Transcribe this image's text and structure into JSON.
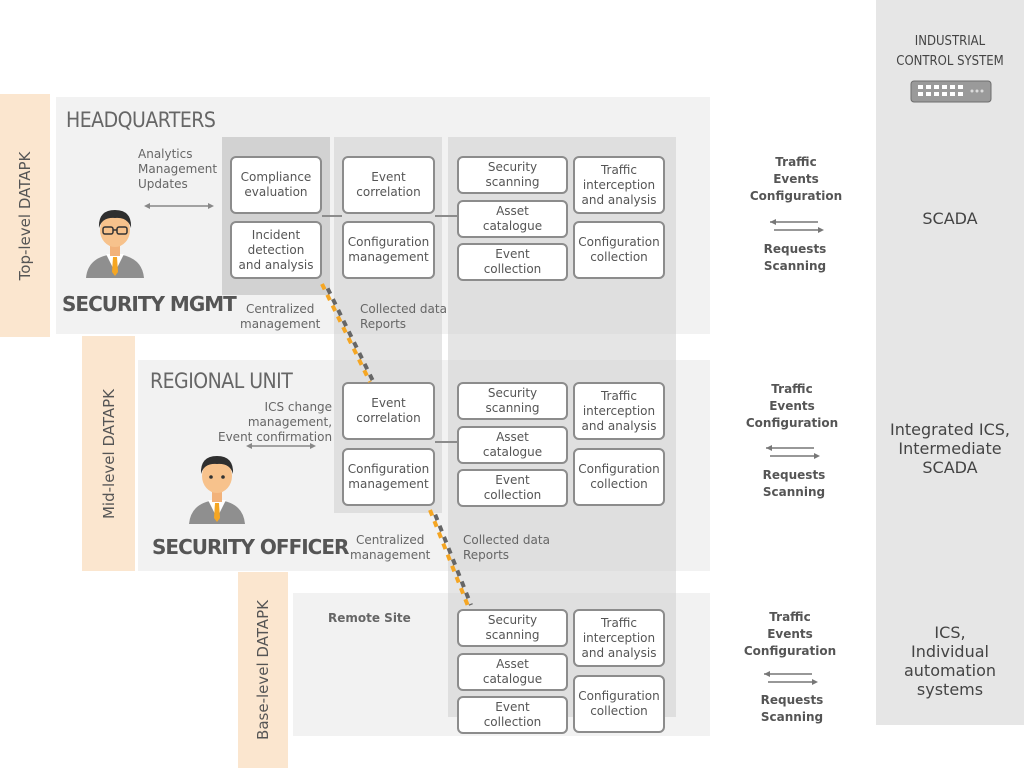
{
  "levels": {
    "top": "Top-level DATAPK",
    "mid": "Mid-level DATAPK",
    "base": "Base-level DATAPK"
  },
  "headquarters": {
    "title": "HEADQUARTERS",
    "info": "Analytics\nManagement\nUpdates",
    "role": "SECURITY MGMT",
    "central": "Centralized\nmanagement",
    "collected": "Collected data\nReports",
    "boxes": {
      "compliance": "Compliance\nevaluation",
      "incident": "Incident\ndetection\nand analysis",
      "event_corr": "Event\ncorrelation",
      "config_mgmt": "Configuration\nmanagement",
      "sec_scan": "Security\nscanning",
      "asset": "Asset\ncatalogue",
      "event_coll": "Event\ncollection",
      "traffic": "Traffic\ninterception\nand analysis",
      "config_coll": "Configuration\ncollection"
    }
  },
  "regional": {
    "title": "REGIONAL UNIT",
    "info": "ICS change\nmanagement,\nEvent confirmation",
    "role": "SECURITY OFFICER",
    "central": "Centralized\nmanagement",
    "collected": "Collected data\nReports",
    "boxes": {
      "event_corr": "Event\ncorrelation",
      "config_mgmt": "Configuration\nmanagement",
      "sec_scan": "Security\nscanning",
      "asset": "Asset\ncatalogue",
      "event_coll": "Event\ncollection",
      "traffic": "Traffic\ninterception\nand analysis",
      "config_coll": "Configuration\ncollection"
    }
  },
  "remote": {
    "title": "Remote Site",
    "boxes": {
      "sec_scan": "Security\nscanning",
      "asset": "Asset\ncatalogue",
      "event_coll": "Event\ncollection",
      "traffic": "Traffic\ninterception\nand analysis",
      "config_coll": "Configuration\ncollection"
    }
  },
  "flows": {
    "out": "Traffic\nEvents\nConfiguration",
    "in": "Requests\nScanning"
  },
  "ics": {
    "title": "INDUSTRIAL\nCONTROL SYSTEM",
    "top": "SCADA",
    "mid": "Integrated ICS,\nIntermediate\nSCADA",
    "base": "ICS,\nIndividual\nautomation\nsystems"
  },
  "colors": {
    "tab": "#fbe6cf",
    "panel": "#f2f2f2",
    "column": "#cfcfcf",
    "dash_orange": "#f5a623",
    "dash_gray": "#666666"
  }
}
